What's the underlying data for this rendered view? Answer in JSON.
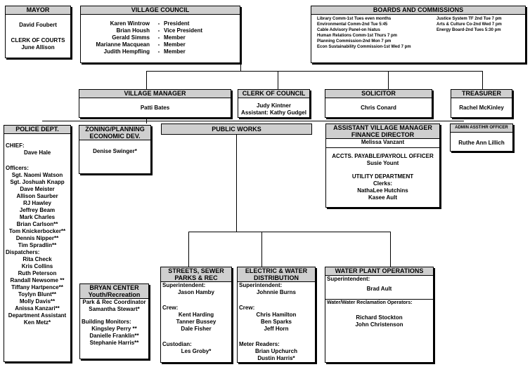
{
  "mayor": {
    "title": "MAYOR",
    "name": "David Foubert",
    "clerk_title": "CLERK OF COURTS",
    "clerk_name": "June Allison"
  },
  "council": {
    "title": "VILLAGE COUNCIL",
    "members": [
      {
        "name": "Karen Wintrow",
        "role": "President"
      },
      {
        "name": "Brian Housh",
        "role": "Vice President"
      },
      {
        "name": "Gerald Simms",
        "role": "Member"
      },
      {
        "name": "Marianne Macquean",
        "role": "Member"
      },
      {
        "name": "Judith Hempfling",
        "role": "Member"
      }
    ]
  },
  "boards": {
    "title": "BOARDS AND COMMISSIONS",
    "left": [
      "Library Comm-1st Tues even months",
      "Environmental Comm-2nd Tue 5:45",
      "Cable Advisory Panel-on hiatus",
      "Human Relations Comm-1st Thurs 7 pm",
      "Planning Commission-2nd Mon 7 pm",
      "Econ Sustainability Commission-1st Wed 7 pm"
    ],
    "right": [
      "Justice System TF 2nd Tue 7 pm",
      "Arts & Culture Co-2nd Wed 7 pm",
      "Energy Board-2nd Tues 5:30 pm"
    ]
  },
  "manager": {
    "title": "VILLAGE MANAGER",
    "name": "Patti Bates"
  },
  "clerk_council": {
    "title": "CLERK OF COUNCIL",
    "name": "Judy Kintner",
    "assistant": "Assistant: Kathy Gudgel"
  },
  "solicitor": {
    "title": "SOLICITOR",
    "name": "Chris Conard"
  },
  "treasurer": {
    "title": "TREASURER",
    "name": "Rachel McKinley"
  },
  "police": {
    "title": "POLICE DEPT.",
    "chief_label": "CHIEF:",
    "chief": "Dave Hale",
    "officers_label": "Officers:",
    "officers": [
      "Sgt. Naomi Watson",
      "Sgt. Joshuah Knapp",
      "Dave Meister",
      "Allison Saurber",
      "RJ Hawley",
      "Jeffrey Beam",
      "Mark Charles",
      "Brian Carlson**",
      "Tom Knickerbocker**",
      "Dennis Nipper**",
      "Tim Spradlin**"
    ],
    "dispatch_label": "Dispatchers:",
    "dispatchers": [
      "Rita Check",
      "Kris Collins",
      "Ruth Peterson",
      "Randall Newsome **",
      "Tiffany Hartpence**",
      "Toylyn Blunt**",
      "Molly Davis**",
      "Anissa Kanzari**"
    ],
    "asst_label": "Department Assistant",
    "asst": "Ken Metz*"
  },
  "zoning": {
    "title1": "ZONING/PLANNING",
    "title2": "ECONOMIC DEV.",
    "name": "Denise Swinger*"
  },
  "public_works": {
    "title": "PUBLIC WORKS"
  },
  "assistant_mgr": {
    "title": "ASSISTANT VILLAGE MANAGER",
    "sub": "FINANCE DIRECTOR",
    "name": "Melissa Vanzant",
    "accts": "ACCTS. PAYABLE/PAYROLL OFFICER",
    "accts_name": "Susie Yount",
    "utility": "UTILITY DEPARTMENT",
    "clerks": "Clerks:",
    "clerk_names": [
      "NathaLee Hutchins",
      "Kasee Ault"
    ]
  },
  "admin": {
    "title": "ADMIN ASST/HR OFFICER",
    "name": "Ruthe Ann Lillich"
  },
  "bryan": {
    "title1": "BRYAN CENTER",
    "title2": "Youth/Recreation",
    "coord_label": "Park & Rec Coordinator",
    "coord": "Samantha Stewart*",
    "monitors_label": "Building Monitors:",
    "monitors": [
      "Kingsley Perry **",
      "Danielle Franklin**",
      "Stephanie Harris**"
    ]
  },
  "streets": {
    "title1": "STREETS, SEWER",
    "title2": "PARKS & REC",
    "super_label": "Superintendent:",
    "super": "Jason Hamby",
    "crew_label": "Crew:",
    "crew": [
      "Kent Harding",
      "Tanner Bussey",
      "Dale Fisher"
    ],
    "cust_label": "Custodian:",
    "cust": "Les Groby*"
  },
  "electric": {
    "title1": "ELECTRIC & WATER",
    "title2": "DISTRIBUTION",
    "super_label": "Superintendent:",
    "super": "Johnnie Burns",
    "crew_label": "Crew:",
    "crew": [
      "Chris Hamilton",
      "Ben Sparks",
      "Jeff Horn"
    ],
    "meter_label": "Meter Readers:",
    "meter": [
      "Brian Upchurch",
      "Dustin Harris*"
    ]
  },
  "water": {
    "title": "WATER PLANT OPERATIONS",
    "super_label": "Superintendent:",
    "super": "Brad Ault",
    "ops_label": "Water/Water Reclamation Operators:",
    "ops": [
      "Richard Stockton",
      "John Christenson"
    ]
  }
}
